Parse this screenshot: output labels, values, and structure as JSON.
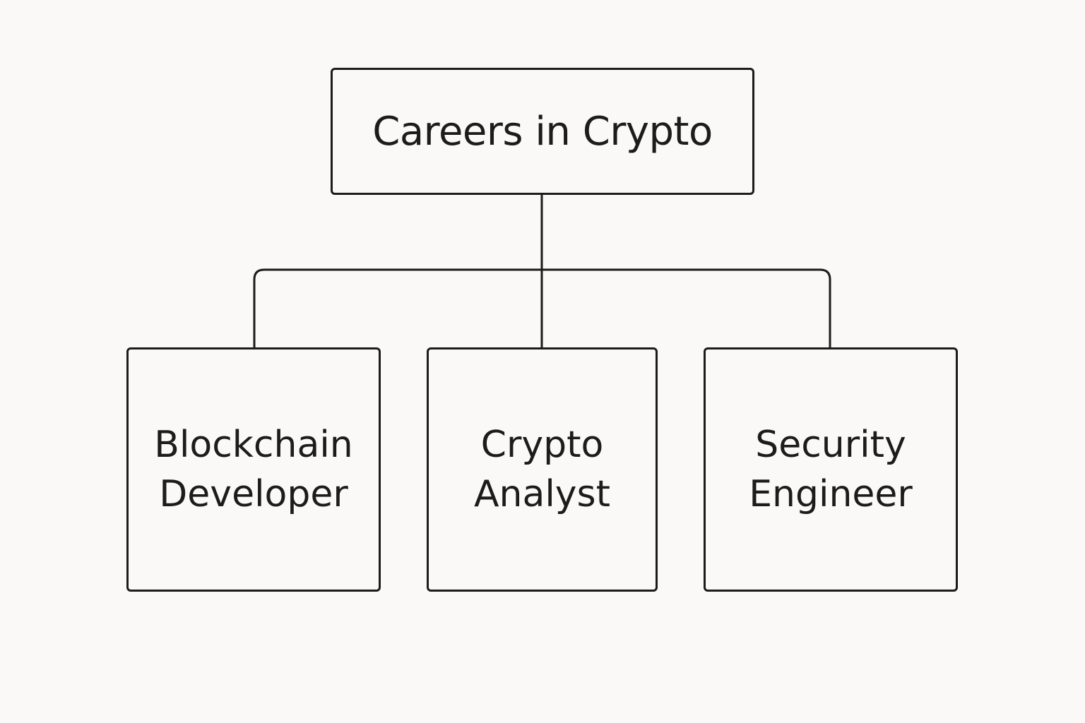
{
  "diagram": {
    "root": {
      "label": "Careers in Crypto"
    },
    "children": [
      {
        "label": "Blockchain\nDeveloper"
      },
      {
        "label": "Crypto\nAnalyst"
      },
      {
        "label": "Security\nEngineer"
      }
    ]
  },
  "colors": {
    "background": "#faf9f7",
    "stroke": "#1c1c1c",
    "text": "#1c1c1c"
  }
}
